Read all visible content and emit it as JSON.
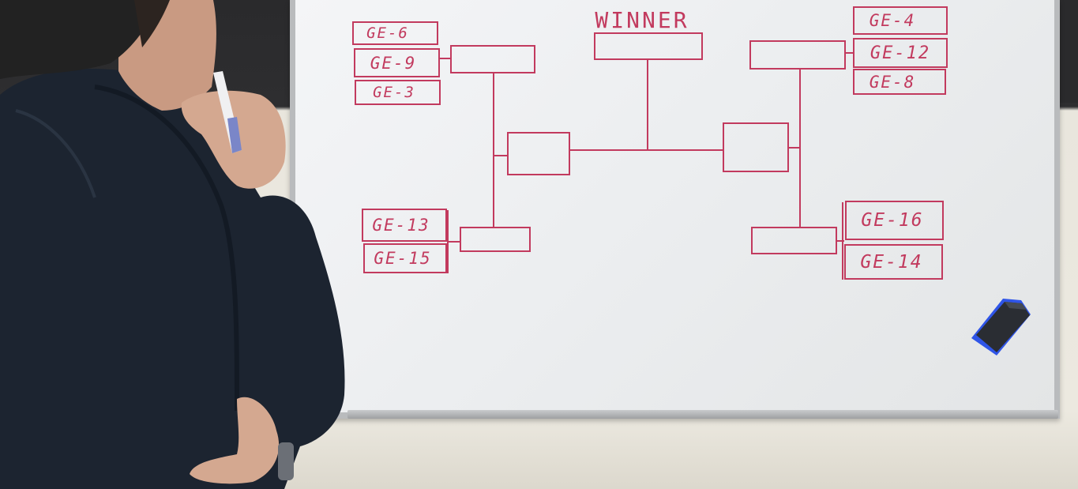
{
  "bracket": {
    "title": "WINNER",
    "left_top": [
      "GE-6",
      "GE-9",
      "GE-3"
    ],
    "left_bottom": [
      "GE-13",
      "GE-15"
    ],
    "right_top": [
      "GE-4",
      "GE-12",
      "GE-8"
    ],
    "right_bottom": [
      "GE-16",
      "GE-14"
    ]
  },
  "colors": {
    "marker": "#c23a5e",
    "board": "#eef0f2",
    "jacket": "#1c2430",
    "eraser": "#2a2d33",
    "eraser_felt": "#2f55e8"
  }
}
